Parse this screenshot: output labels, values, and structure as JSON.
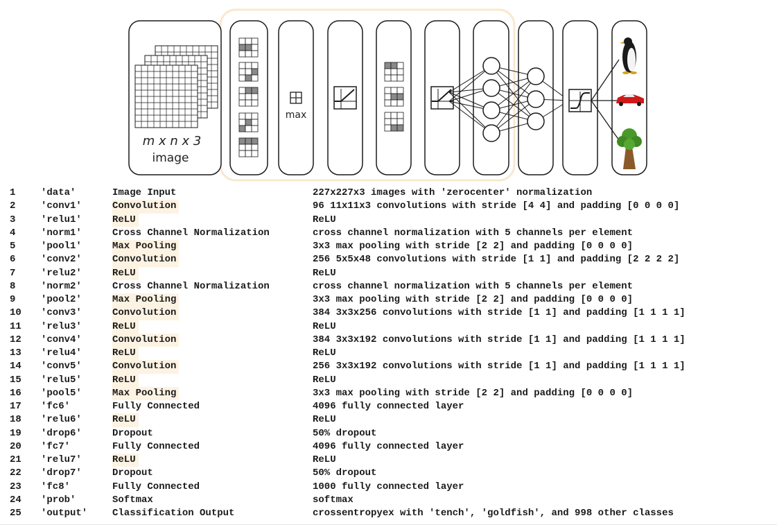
{
  "diagram": {
    "image_dims_label": "m x n x 3",
    "image_label": "image",
    "pool_label": "max"
  },
  "layers": [
    {
      "index": "1",
      "name": "'data'",
      "type": "Image Input",
      "highlighted": false,
      "description": "227x227x3 images with 'zerocenter' normalization"
    },
    {
      "index": "2",
      "name": "'conv1'",
      "type": "Convolution",
      "highlighted": true,
      "description": "96 11x11x3 convolutions with stride [4  4] and padding [0  0  0  0]"
    },
    {
      "index": "3",
      "name": "'relu1'",
      "type": "ReLU",
      "highlighted": true,
      "description": "ReLU"
    },
    {
      "index": "4",
      "name": "'norm1'",
      "type": "Cross Channel Normalization",
      "highlighted": false,
      "description": "cross channel normalization with 5 channels per element"
    },
    {
      "index": "5",
      "name": "'pool1'",
      "type": "Max Pooling",
      "highlighted": true,
      "description": "3x3 max pooling with stride [2  2] and padding [0  0  0  0]"
    },
    {
      "index": "6",
      "name": "'conv2'",
      "type": "Convolution",
      "highlighted": true,
      "description": "256 5x5x48 convolutions with stride [1  1] and padding [2  2  2  2]"
    },
    {
      "index": "7",
      "name": "'relu2'",
      "type": "ReLU",
      "highlighted": true,
      "description": "ReLU"
    },
    {
      "index": "8",
      "name": "'norm2'",
      "type": "Cross Channel Normalization",
      "highlighted": false,
      "description": "cross channel normalization with 5 channels per element"
    },
    {
      "index": "9",
      "name": "'pool2'",
      "type": "Max Pooling",
      "highlighted": true,
      "description": "3x3 max pooling with stride [2  2] and padding [0  0  0  0]"
    },
    {
      "index": "10",
      "name": "'conv3'",
      "type": "Convolution",
      "highlighted": true,
      "description": "384 3x3x256 convolutions with stride [1  1] and padding [1  1  1  1]"
    },
    {
      "index": "11",
      "name": "'relu3'",
      "type": "ReLU",
      "highlighted": true,
      "description": "ReLU"
    },
    {
      "index": "12",
      "name": "'conv4'",
      "type": "Convolution",
      "highlighted": true,
      "description": "384 3x3x192 convolutions with stride [1  1] and padding [1  1  1  1]"
    },
    {
      "index": "13",
      "name": "'relu4'",
      "type": "ReLU",
      "highlighted": true,
      "description": "ReLU"
    },
    {
      "index": "14",
      "name": "'conv5'",
      "type": "Convolution",
      "highlighted": true,
      "description": "256 3x3x192 convolutions with stride [1  1] and padding [1  1  1  1]"
    },
    {
      "index": "15",
      "name": "'relu5'",
      "type": "ReLU",
      "highlighted": true,
      "description": "ReLU"
    },
    {
      "index": "16",
      "name": "'pool5'",
      "type": "Max Pooling",
      "highlighted": true,
      "description": "3x3 max pooling with stride [2  2] and padding [0  0  0  0]"
    },
    {
      "index": "17",
      "name": "'fc6'",
      "type": "Fully Connected",
      "highlighted": false,
      "description": "4096 fully connected layer"
    },
    {
      "index": "18",
      "name": "'relu6'",
      "type": "ReLU",
      "highlighted": true,
      "description": "ReLU"
    },
    {
      "index": "19",
      "name": "'drop6'",
      "type": "Dropout",
      "highlighted": false,
      "description": "50% dropout"
    },
    {
      "index": "20",
      "name": "'fc7'",
      "type": "Fully Connected",
      "highlighted": false,
      "description": "4096 fully connected layer"
    },
    {
      "index": "21",
      "name": "'relu7'",
      "type": "ReLU",
      "highlighted": true,
      "description": "ReLU"
    },
    {
      "index": "22",
      "name": "'drop7'",
      "type": "Dropout",
      "highlighted": false,
      "description": "50% dropout"
    },
    {
      "index": "23",
      "name": "'fc8'",
      "type": "Fully Connected",
      "highlighted": false,
      "description": "1000 fully connected layer"
    },
    {
      "index": "24",
      "name": "'prob'",
      "type": "Softmax",
      "highlighted": false,
      "description": "softmax"
    },
    {
      "index": "25",
      "name": "'output'",
      "type": "Classification Output",
      "highlighted": false,
      "description": "crossentropyex with 'tench', 'goldfish', and 998 other classes"
    }
  ],
  "colors": {
    "highlight": "#fdf3e3",
    "feature_group_outline": "#f9e8cf",
    "stroke": "#1a1a1a",
    "filter_cell": "#8a8a8a"
  },
  "icons": [
    "image-stack-icon",
    "conv-filter-icon",
    "max-pool-icon",
    "relu-icon",
    "neural-net-icon",
    "softmax-icon",
    "penguin-icon",
    "car-icon",
    "tree-icon"
  ]
}
